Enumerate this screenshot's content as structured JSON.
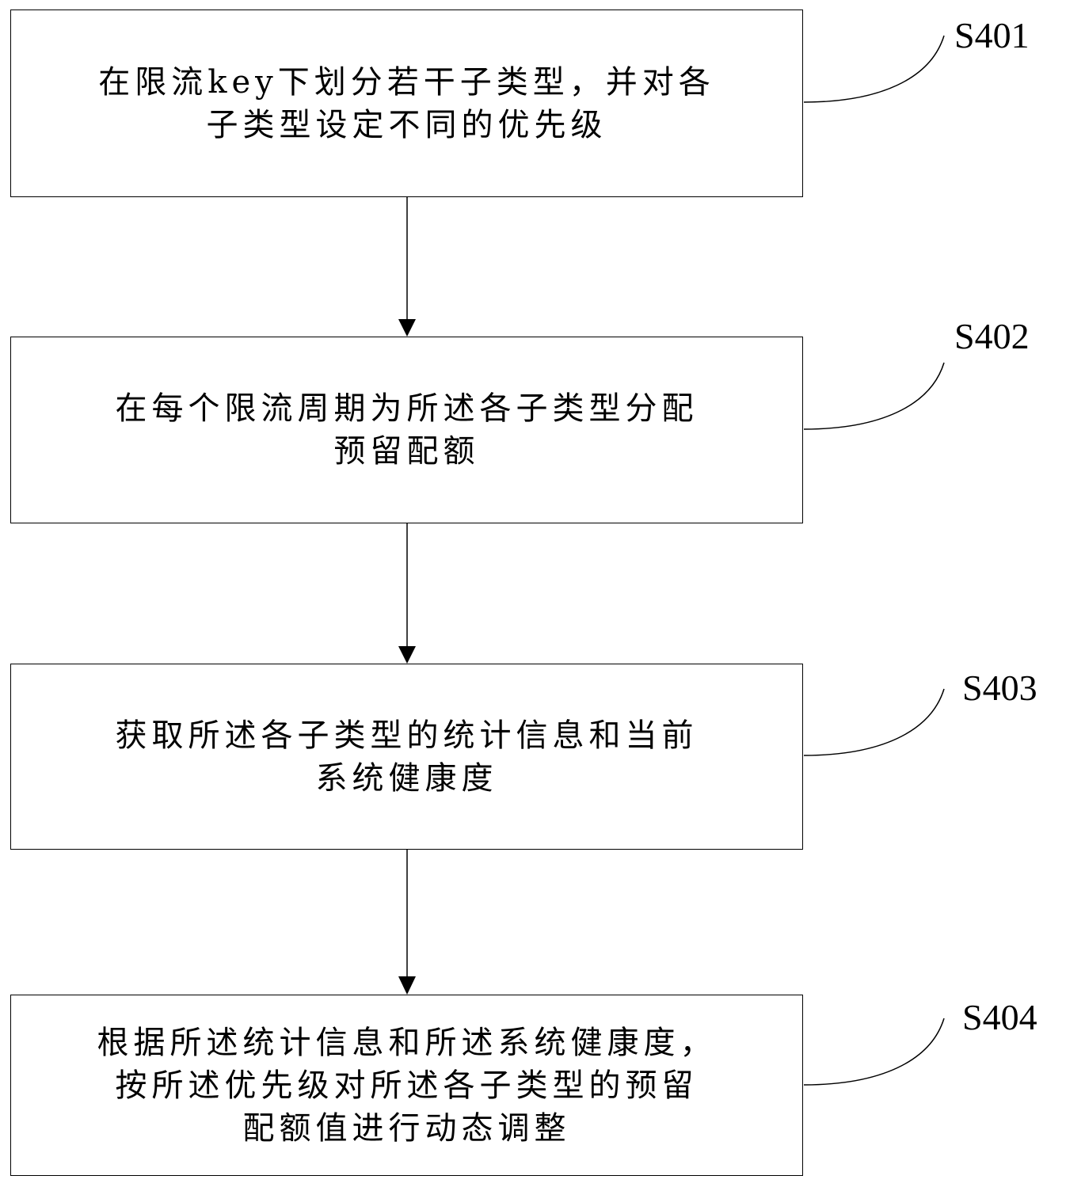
{
  "flowchart": {
    "steps": [
      {
        "id": "S401",
        "label": "S401",
        "text_lines": [
          "在限流key下划分若干子类型，并对各",
          "子类型设定不同的优先级"
        ]
      },
      {
        "id": "S402",
        "label": "S402",
        "text_lines": [
          "在每个限流周期为所述各子类型分配",
          "预留配额"
        ]
      },
      {
        "id": "S403",
        "label": "S403",
        "text_lines": [
          "获取所述各子类型的统计信息和当前",
          "系统健康度"
        ]
      },
      {
        "id": "S404",
        "label": "S404",
        "text_lines": [
          "根据所述统计信息和所述系统健康度，",
          "按所述优先级对所述各子类型的预留",
          "配额值进行动态调整"
        ]
      }
    ]
  }
}
